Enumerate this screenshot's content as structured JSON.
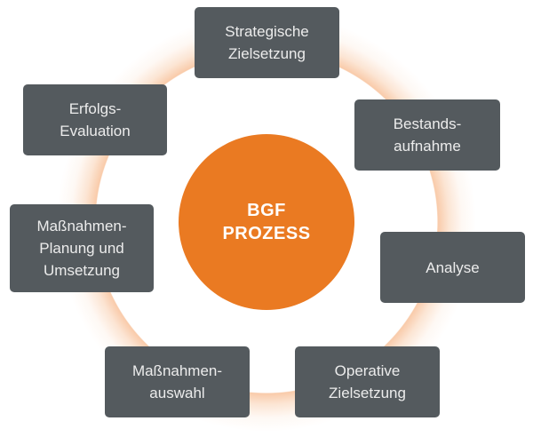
{
  "diagram": {
    "type": "cycle",
    "hub": {
      "label": "BGF\nPROZESS",
      "color": "#ea7a22"
    },
    "ring_color": "#f4a064",
    "box_color": "#545a5e",
    "text_color": "#ececec",
    "steps": [
      {
        "label": "Strategische\nZielsetzung"
      },
      {
        "label": "Bestands-\naufnahme"
      },
      {
        "label": "Analyse"
      },
      {
        "label": "Operative\nZielsetzung"
      },
      {
        "label": "Maßnahmen-\nauswahl"
      },
      {
        "label": "Maßnahmen-\nPlanung und\nUmsetzung"
      },
      {
        "label": "Erfolgs-\nEvaluation"
      }
    ]
  }
}
